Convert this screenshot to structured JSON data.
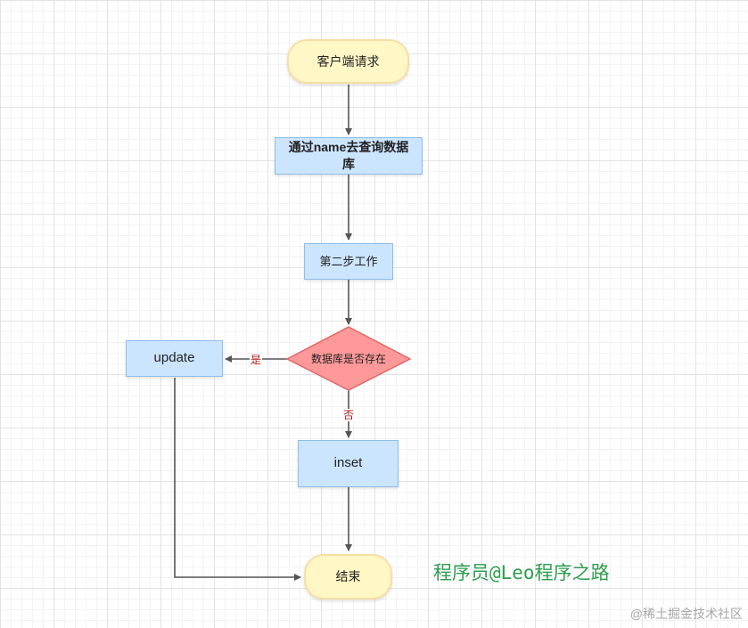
{
  "diagram": {
    "nodes": {
      "start": "客户端请求",
      "query": "通过name去查询数据库",
      "step2": "第二步工作",
      "decision": "数据库是否存在",
      "update": "update",
      "insert": "inset",
      "end": "结束"
    },
    "edge_labels": {
      "yes": "是",
      "no": "否"
    },
    "colors": {
      "terminal_fill": "#fff7c5",
      "process_fill": "#cce5ff",
      "decision_fill": "#ff9999",
      "arrow": "#555555",
      "edge_label": "#b01818"
    }
  },
  "watermark": "程序员@Leo程序之路",
  "source_credit": "@稀土掘金技术社区"
}
